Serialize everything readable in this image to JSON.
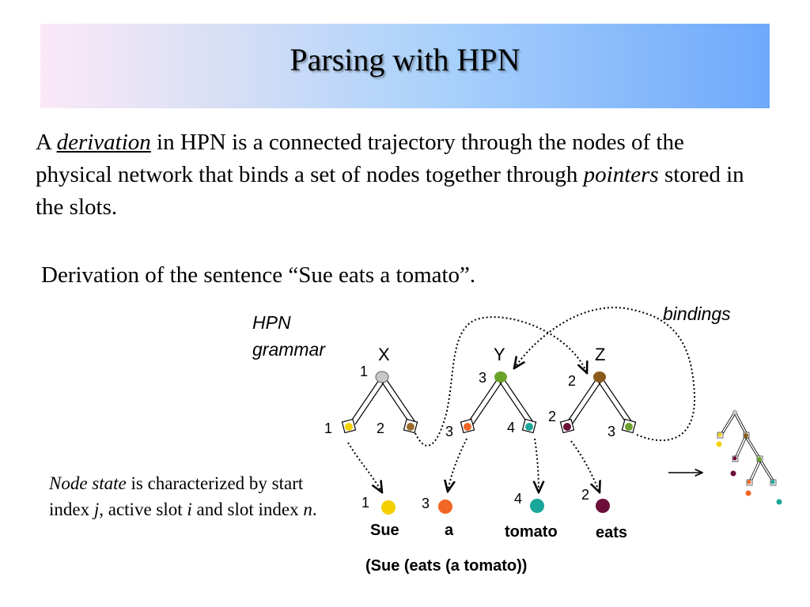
{
  "slide": {
    "title": "Parsing with HPN",
    "para": {
      "p1": "A ",
      "derivation": "derivation",
      "p2": " in HPN is a connected trajectory through the nodes of the physical network that binds a set of nodes together through ",
      "pointers": "pointers",
      "p3": " stored in the slots."
    },
    "derivation_sentence": "Derivation of the sentence “Sue eats a tomato”.",
    "node_state": {
      "t1": "Node state",
      "t2": " is characterized by start index ",
      "t3": "j",
      "t4": ", active slot ",
      "t5": "i",
      "t6": " and slot index ",
      "t7": "n",
      "t8": "."
    }
  },
  "diagram": {
    "hpn_line1": "HPN",
    "hpn_line2": "grammar",
    "bindings": "bindings",
    "node_x": "X",
    "node_y": "Y",
    "node_z": "Z",
    "x_root_index": "1",
    "x_left_index": "1",
    "x_right_index": "2",
    "y_root_index": "3",
    "y_left_index": "3",
    "y_right_index": "4",
    "z_root_index": "2",
    "z_left_index": "2",
    "z_right_index": "3",
    "words": [
      {
        "word": "Sue",
        "index": "1"
      },
      {
        "word": "a",
        "index": "3"
      },
      {
        "word": "tomato",
        "index": "4"
      },
      {
        "word": "eats",
        "index": "2"
      }
    ],
    "bracketing": "(Sue (eats (a tomato))",
    "colors": {
      "x_root": "#c8c8c8",
      "y_root": "#6aa32a",
      "z_root": "#8a5a1a",
      "sue": "#f5d000",
      "a": "#f26522",
      "tomato": "#1aa69a",
      "eats": "#6b0f3a",
      "slot_brown": "#9a6a2a",
      "slot_green": "#6aa32a"
    }
  }
}
